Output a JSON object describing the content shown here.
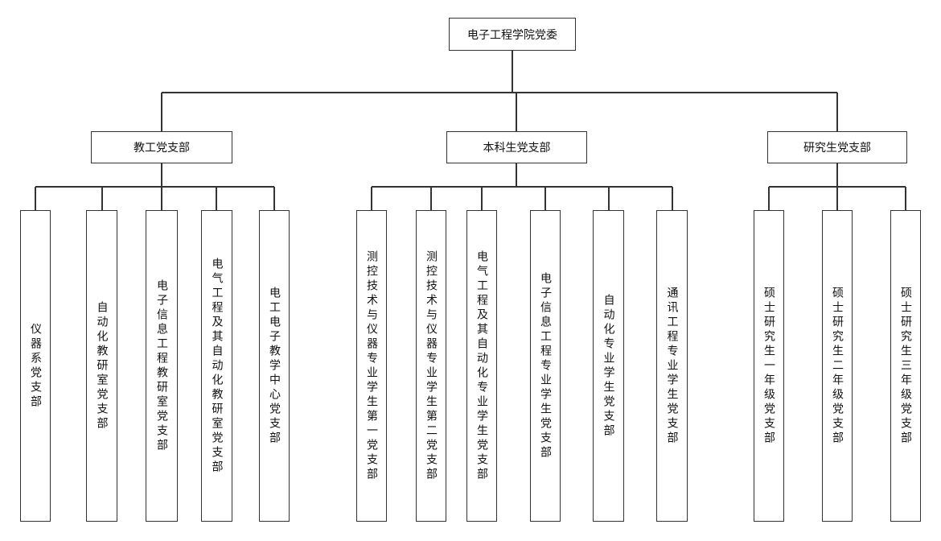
{
  "root": "电子工程学院党委",
  "branches": [
    {
      "label": "教工党支部",
      "children": [
        "仪器系党支部",
        "自动化教研室党支部",
        "电子信息工程教研室党支部",
        "电气工程及其自动化教研室党支部",
        "电工电子教学中心党支部"
      ]
    },
    {
      "label": "本科生党支部",
      "children": [
        "测控技术与仪器专业学生第一党支部",
        "测控技术与仪器专业学生第二党支部",
        "电气工程及其自动化专业学生党支部",
        "电子信息工程专业学生党支部",
        "自动化专业学生党支部",
        "通讯工程专业学生党支部"
      ]
    },
    {
      "label": "研究生党支部",
      "children": [
        "硕士研究生一年级党支部",
        "硕士研究生二年级党支部",
        "硕士研究生三年级党支部"
      ]
    }
  ]
}
